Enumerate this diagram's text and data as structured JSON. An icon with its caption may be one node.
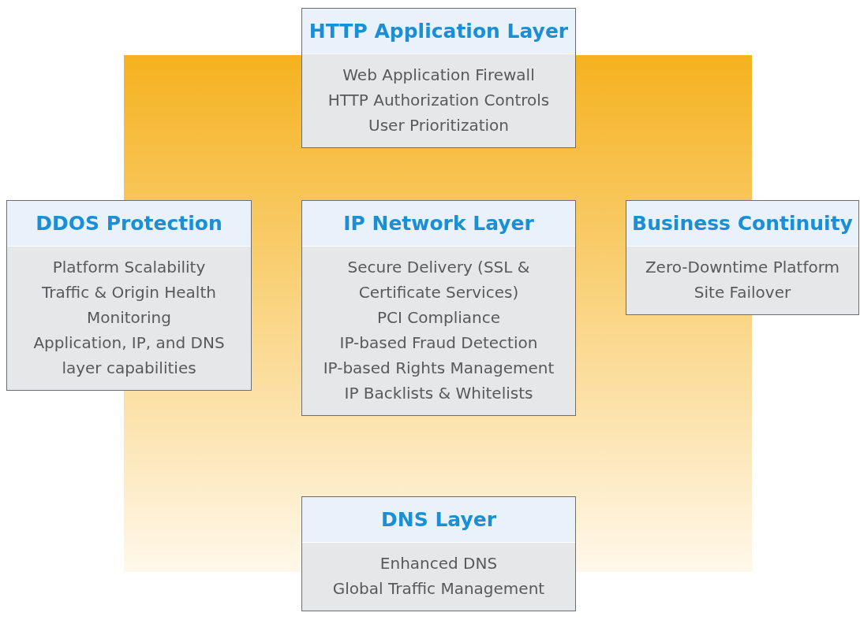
{
  "diagram": {
    "nodes": [
      {
        "text": [
          "HTTP Application Layer",
          "Web Application Firewall",
          "HTTP Authorization Controls",
          "User Prioritization"
        ]
      },
      {
        "text": [
          "DDOS Protection",
          "Platform Scalability",
          "Traffic & Origin Health Monitoring",
          "Application, IP, and DNS layer capabilities"
        ]
      },
      {
        "text": [
          "IP Network Layer",
          "Secure Delivery (SSL & Certificate Services)",
          "PCI Compliance",
          "IP-based Fraud Detection",
          "IP-based Rights Management",
          "IP Backlists & Whitelists"
        ]
      },
      {
        "text": [
          "Business Continuity",
          "Zero-Downtime Platform",
          "Site Failover"
        ]
      },
      {
        "text": [
          "DNS Layer",
          "Enhanced DNS",
          "Global Traffic Management"
        ]
      }
    ]
  }
}
